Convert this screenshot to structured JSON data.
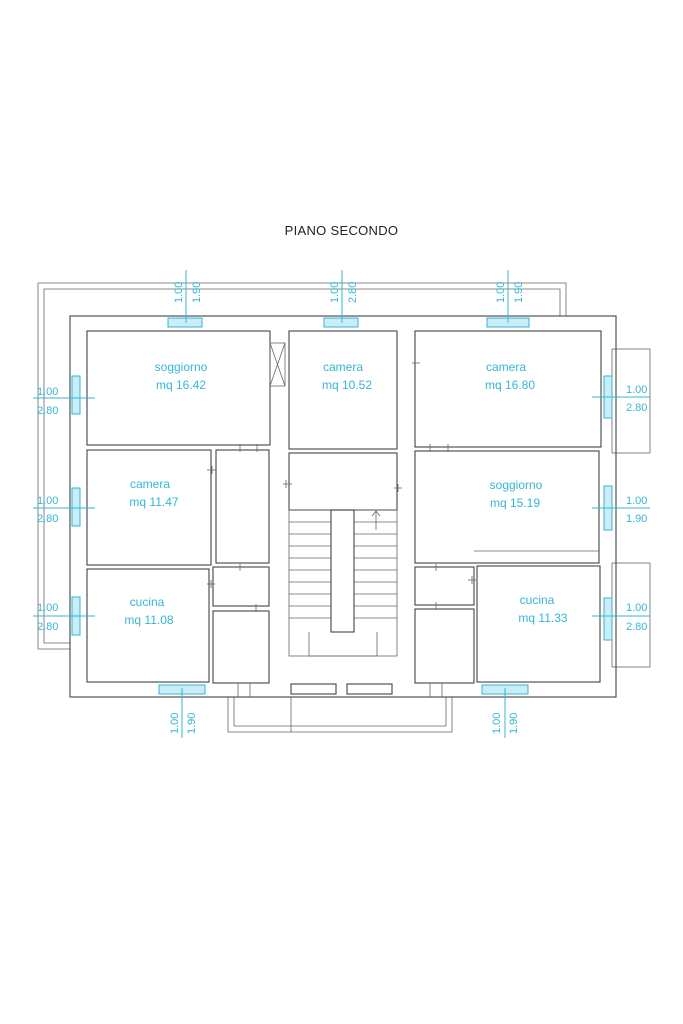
{
  "title": "PIANO SECONDO",
  "rooms": [
    {
      "id": "soggiorno-nw",
      "name": "soggiorno",
      "area": "mq 16.42"
    },
    {
      "id": "camera-n",
      "name": "camera",
      "area": "mq 10.52"
    },
    {
      "id": "camera-ne",
      "name": "camera",
      "area": "mq 16.80"
    },
    {
      "id": "camera-w",
      "name": "camera",
      "area": "mq 11.47"
    },
    {
      "id": "soggiorno-e",
      "name": "soggiorno",
      "area": "mq 15.19"
    },
    {
      "id": "cucina-sw",
      "name": "cucina",
      "area": "mq 11.08"
    },
    {
      "id": "cucina-se",
      "name": "cucina",
      "area": "mq 11.33"
    }
  ],
  "openings": [
    {
      "id": "top-left",
      "a": "1.00",
      "b": "1.90"
    },
    {
      "id": "top-mid",
      "a": "1.00",
      "b": "2.80"
    },
    {
      "id": "top-right",
      "a": "1.00",
      "b": "1.90"
    },
    {
      "id": "left-1",
      "a": "1.00",
      "b": "2.80"
    },
    {
      "id": "left-2",
      "a": "1.00",
      "b": "2.80"
    },
    {
      "id": "left-3",
      "a": "1.00",
      "b": "2.80"
    },
    {
      "id": "right-1",
      "a": "1.00",
      "b": "2.80"
    },
    {
      "id": "right-2",
      "a": "1.00",
      "b": "1.90"
    },
    {
      "id": "right-3",
      "a": "1.00",
      "b": "2.80"
    },
    {
      "id": "bottom-left",
      "a": "1.00",
      "b": "1.90"
    },
    {
      "id": "bottom-right",
      "a": "1.00",
      "b": "1.90"
    }
  ]
}
